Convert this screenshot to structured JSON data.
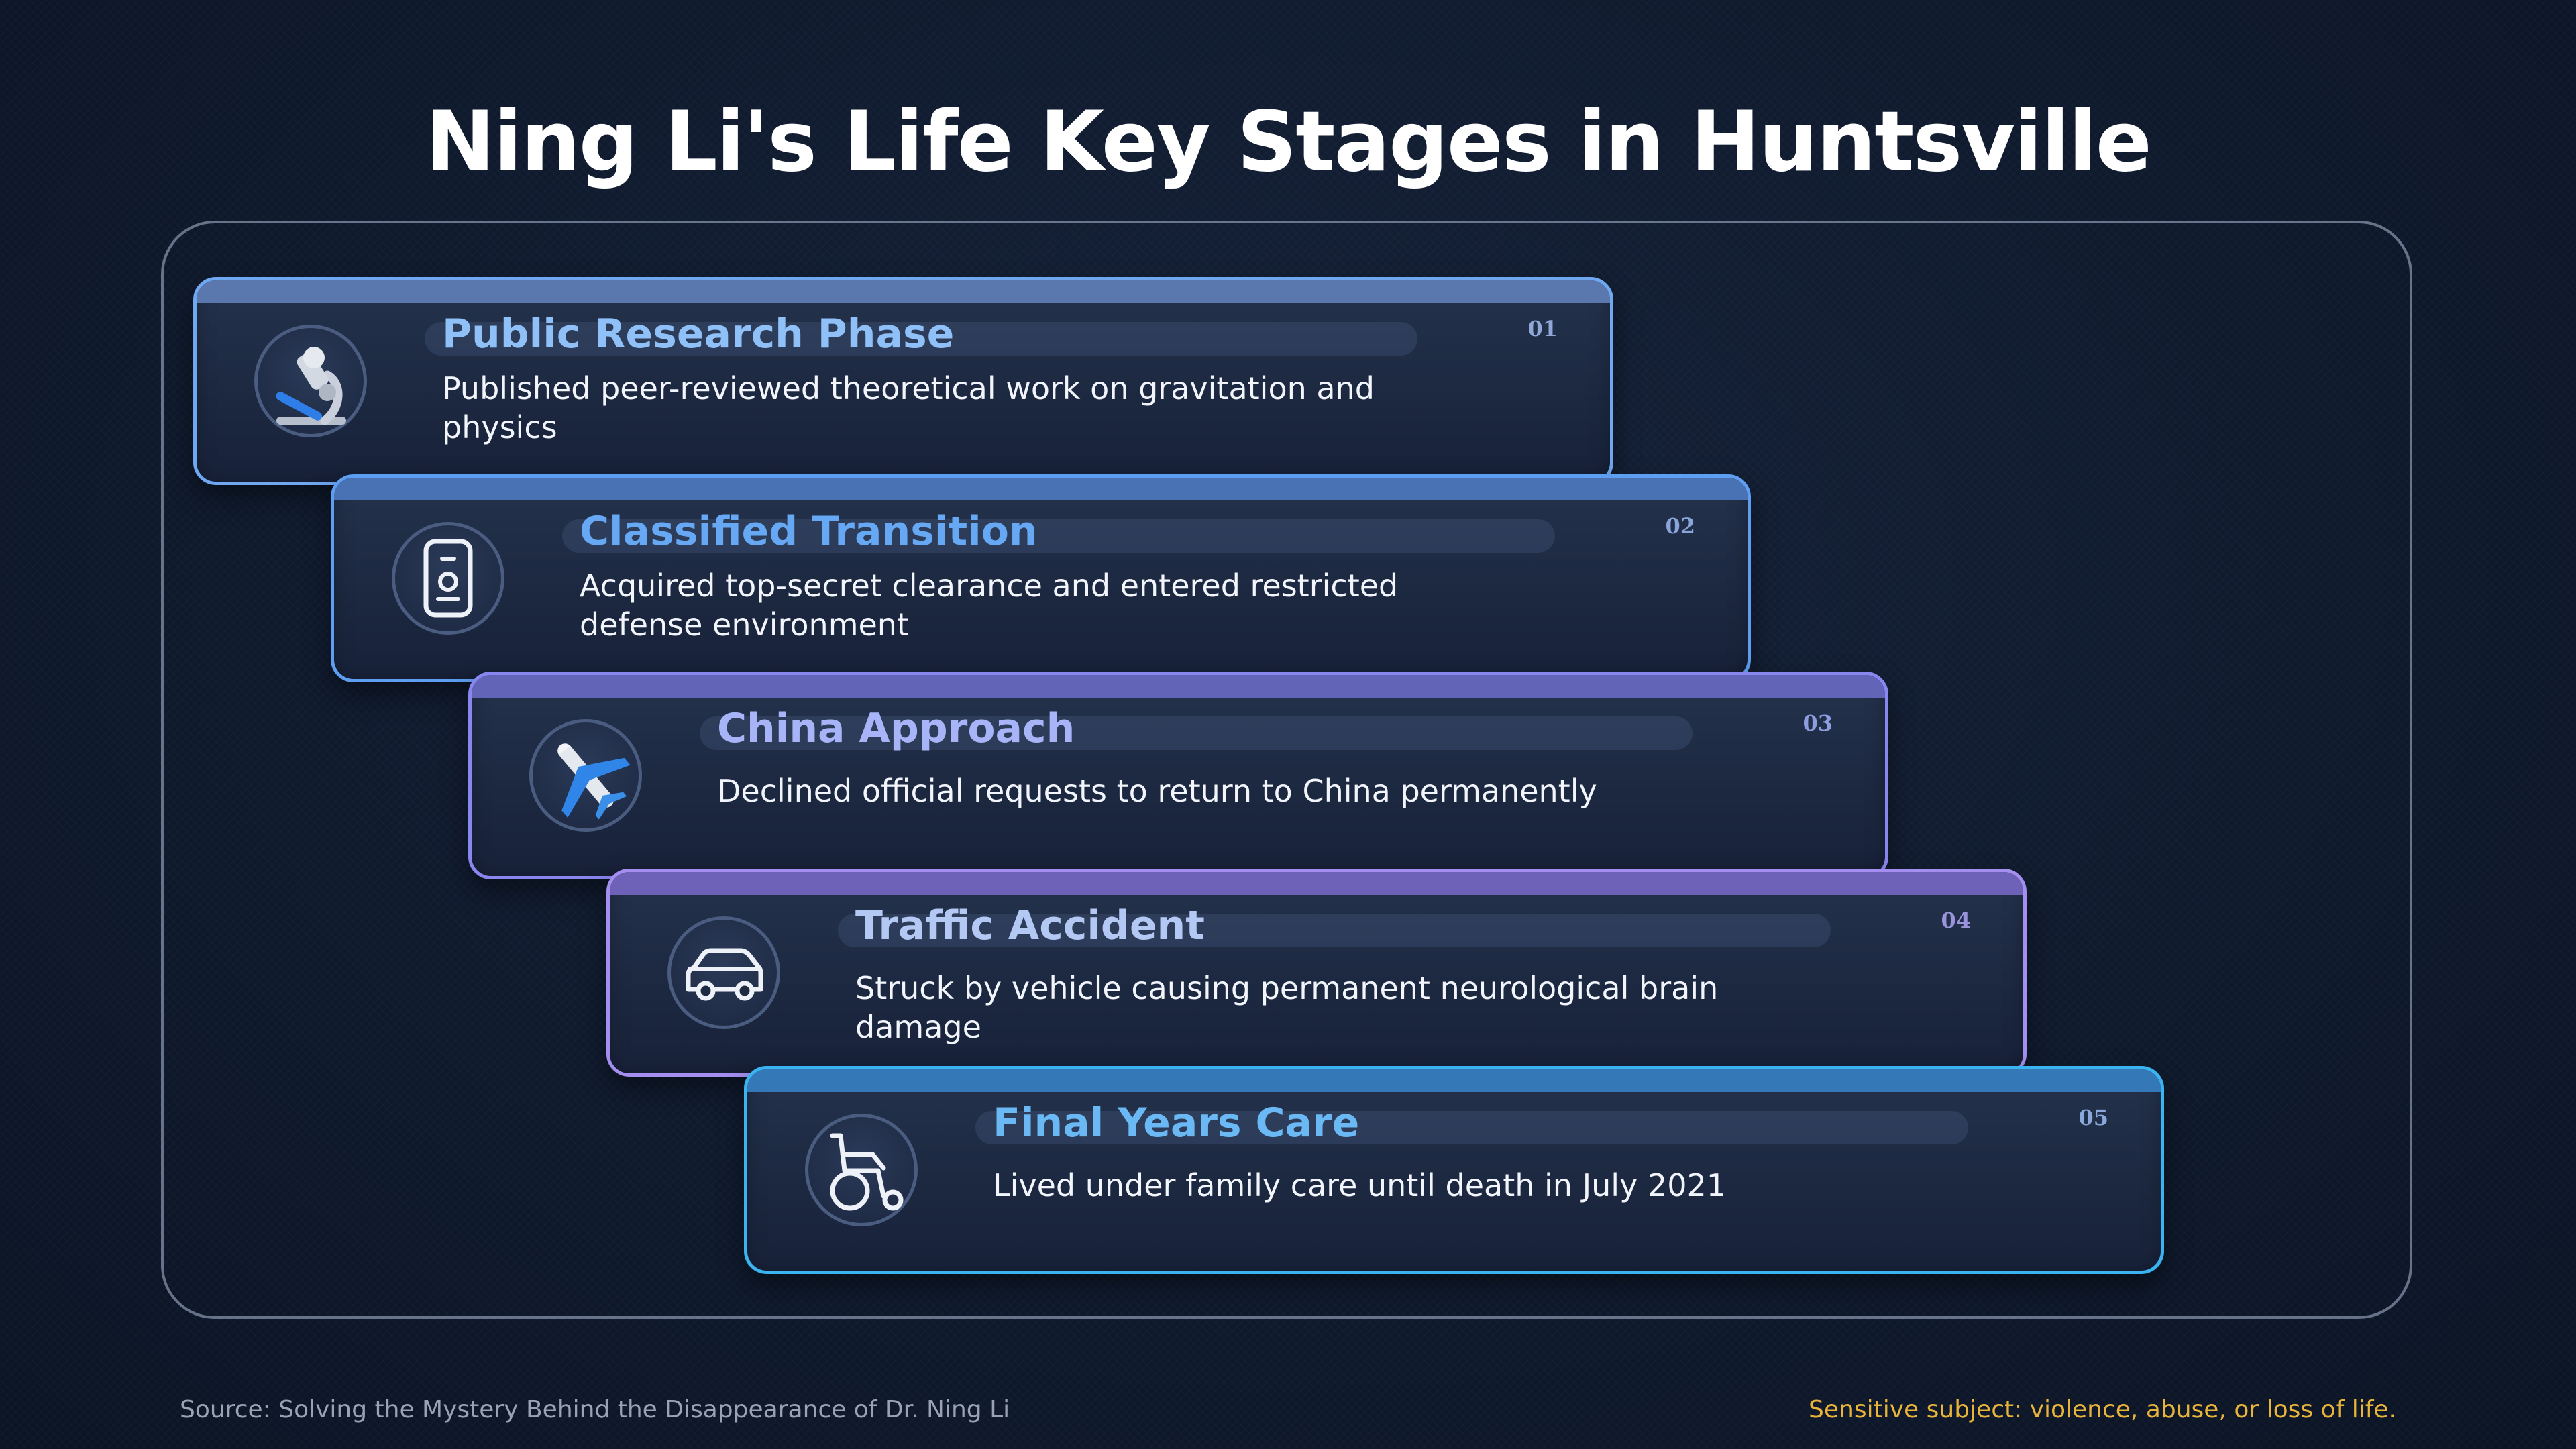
{
  "title": "Ning Li's Life Key Stages in Huntsville",
  "stages": [
    {
      "number": "01",
      "title": "Public Research Phase",
      "description": "Published peer-reviewed theoretical work on gravitation and physics",
      "icon": "microscope-icon",
      "accent": "#6fa8f0",
      "title_color": "#8fc0f8"
    },
    {
      "number": "02",
      "title": "Classified Transition",
      "description": "Acquired top-secret clearance and entered restricted defense environment",
      "icon": "id-badge-icon",
      "accent": "#5e9ef0",
      "title_color": "#66a8f4"
    },
    {
      "number": "03",
      "title": "China Approach",
      "description": "Declined official requests to return to China permanently",
      "icon": "airplane-icon",
      "accent": "#8a86f0",
      "title_color": "#a8b4f8"
    },
    {
      "number": "04",
      "title": "Traffic Accident",
      "description": "Struck by vehicle causing permanent neurological brain damage",
      "icon": "car-icon",
      "accent": "#a48ef0",
      "title_color": "#b4c8f4"
    },
    {
      "number": "05",
      "title": "Final Years Care",
      "description": "Lived under family care until death in July 2021",
      "icon": "wheelchair-icon",
      "accent": "#3ab4f0",
      "title_color": "#6ab8f4"
    }
  ],
  "footer": {
    "source": "Source: Solving the Mystery Behind the Disappearance of Dr. Ning Li",
    "warning": "Sensitive subject: violence, abuse, or loss of life."
  }
}
